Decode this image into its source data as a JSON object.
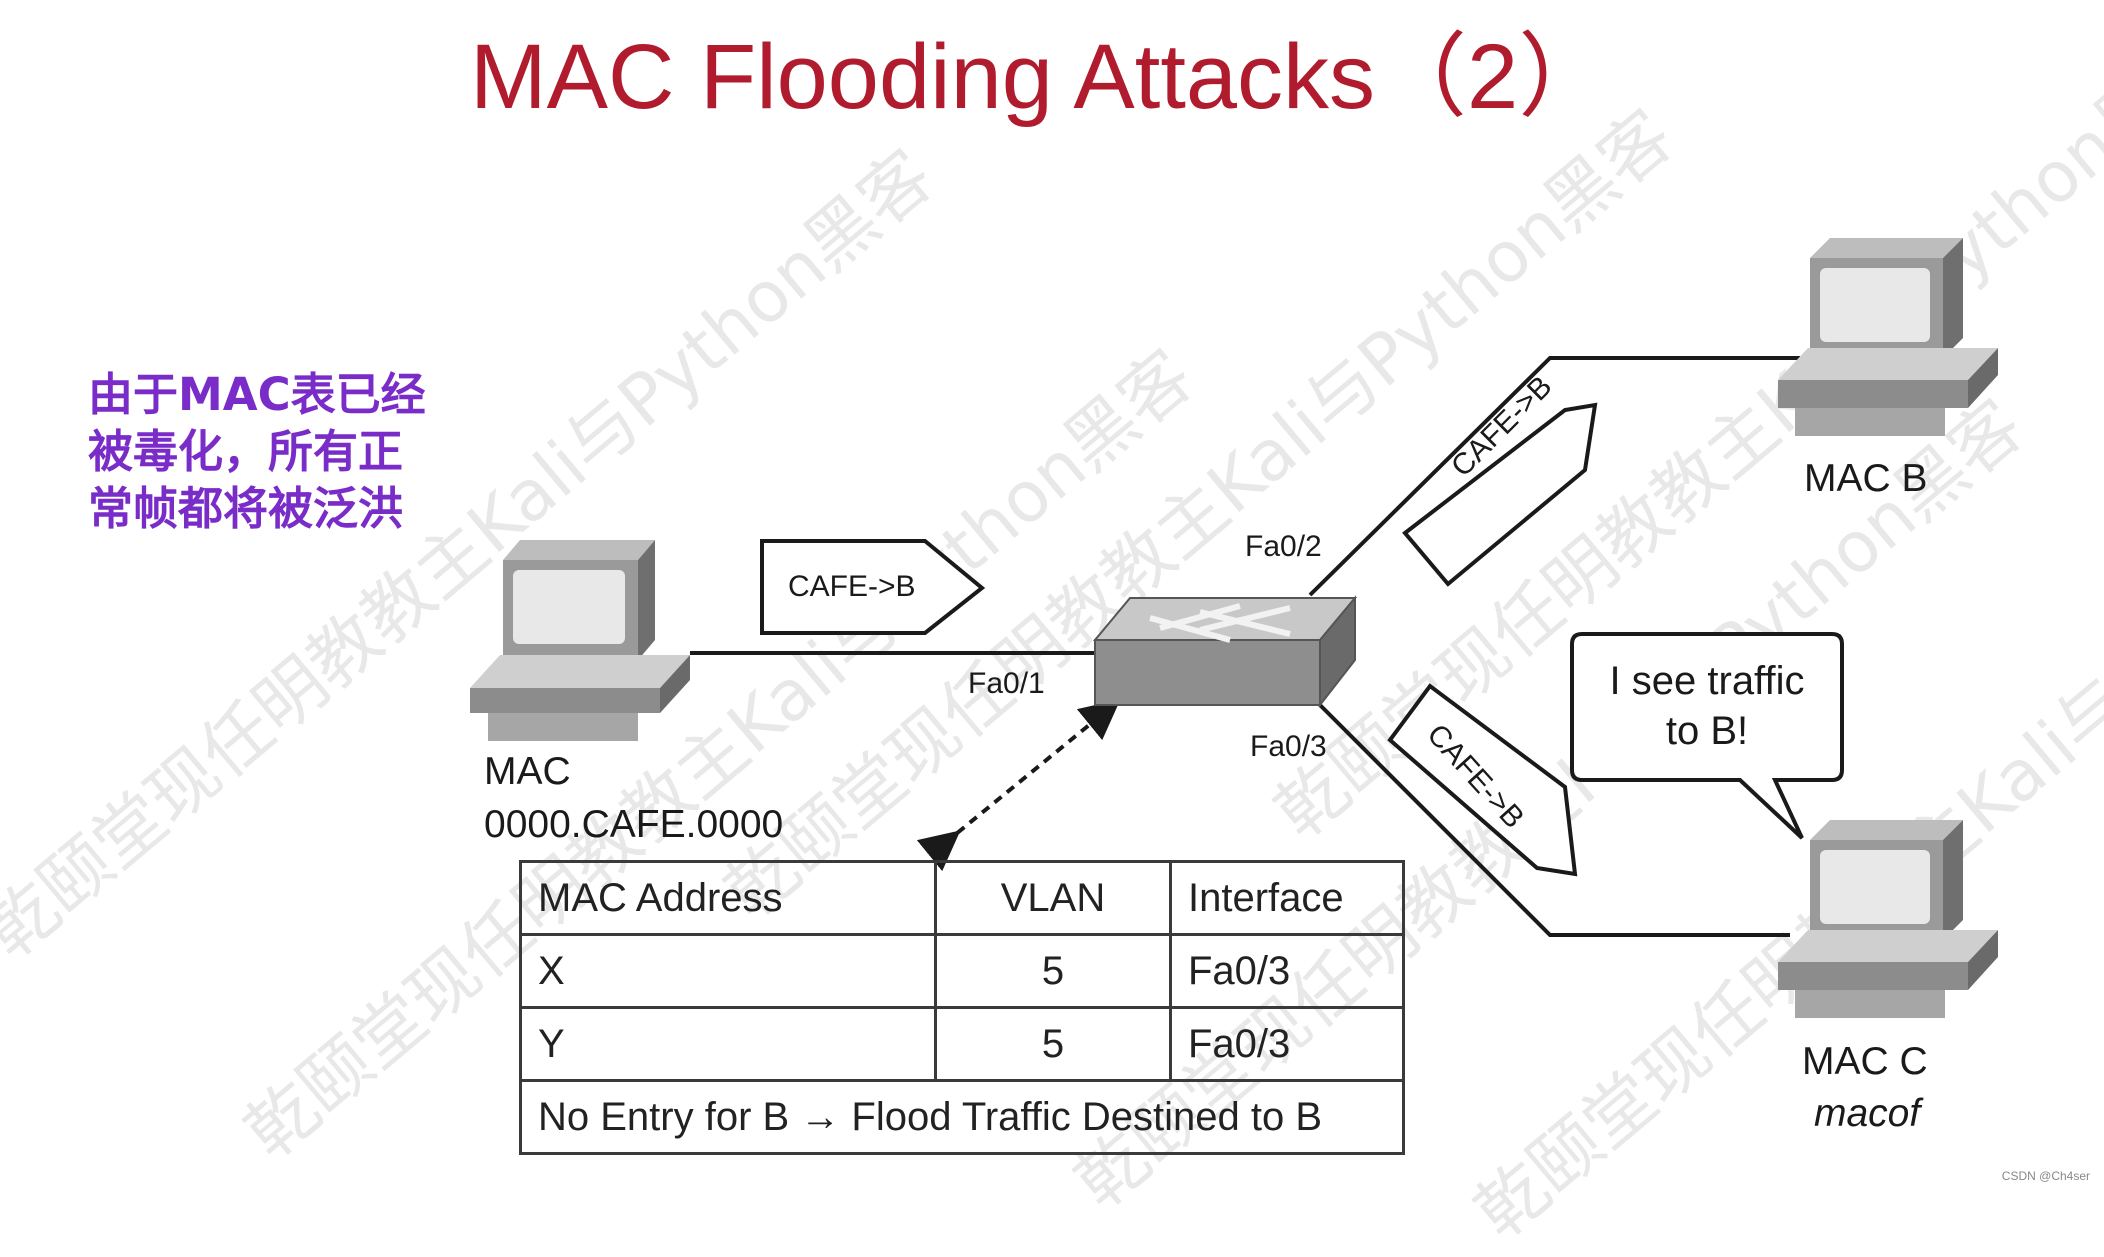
{
  "title": "MAC Flooding Attacks（2）",
  "note_lines": [
    "由于MAC表已经",
    "被毒化，所有正",
    "常帧都将被泛洪"
  ],
  "hosts": {
    "a": {
      "label": "MAC",
      "address": "0000.CAFE.0000"
    },
    "b": {
      "label": "MAC B"
    },
    "c": {
      "label": "MAC C",
      "tool": "macof"
    }
  },
  "ports": {
    "fa01": "Fa0/1",
    "fa02": "Fa0/2",
    "fa03": "Fa0/3"
  },
  "frames": {
    "ab": "CAFE->B",
    "to_b": "CAFE->B",
    "to_c": "CAFE->B"
  },
  "bubble_lines": [
    "I see traffic",
    "to B!"
  ],
  "mac_table": {
    "headers": [
      "MAC Address",
      "VLAN",
      "Interface"
    ],
    "rows": [
      {
        "mac": "X",
        "vlan": "5",
        "iface": "Fa0/3"
      },
      {
        "mac": "Y",
        "vlan": "5",
        "iface": "Fa0/3"
      }
    ],
    "footer": "No Entry for B → Flood Traffic Destined to B"
  },
  "watermark": [
    "乾颐堂现任明教教主Kali与Python黑客"
  ],
  "credit": "CSDN @Ch4ser",
  "colors": {
    "title": "#b01c2e",
    "note": "#7a2cc8"
  }
}
